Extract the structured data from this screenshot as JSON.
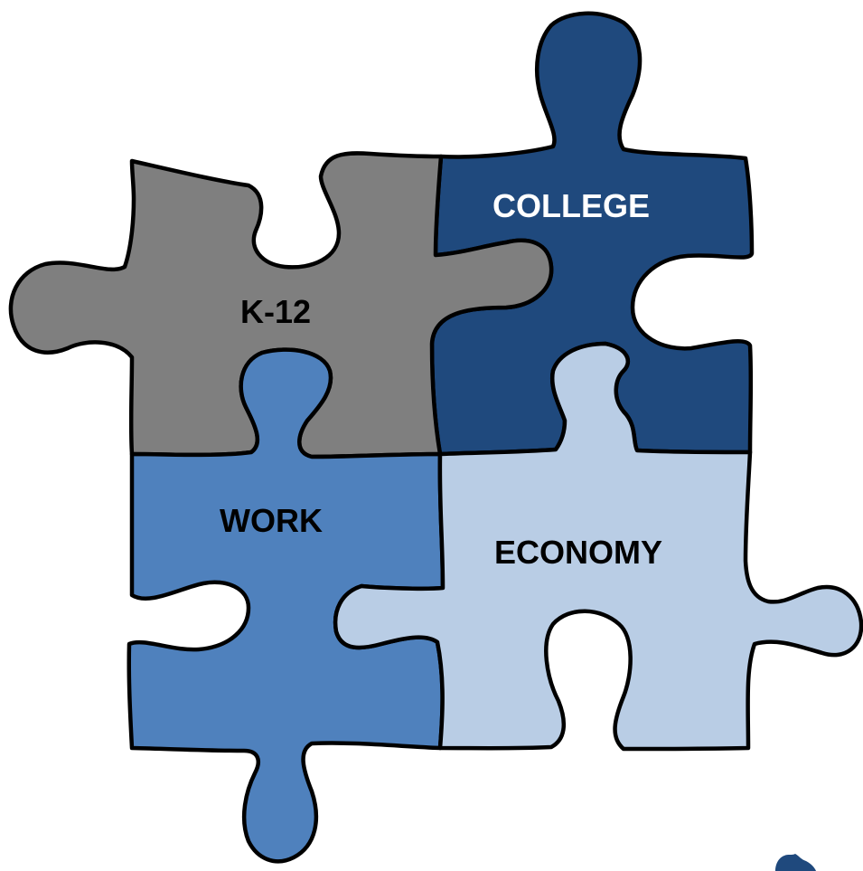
{
  "pieces": [
    {
      "id": "k12",
      "label": "K-12",
      "fill": "#7f7f7f",
      "text_color": "#000000"
    },
    {
      "id": "college",
      "label": "COLLEGE",
      "fill": "#1f497d",
      "text_color": "#ffffff"
    },
    {
      "id": "work",
      "label": "WORK",
      "fill": "#4f81bd",
      "text_color": "#000000"
    },
    {
      "id": "economy",
      "label": "ECONOMY",
      "fill": "#b9cde5",
      "text_color": "#000000"
    }
  ],
  "stroke_color": "#000000",
  "background": "#ffffff",
  "corner_logo": {
    "icon": "map-icon",
    "color": "#1f497d"
  }
}
